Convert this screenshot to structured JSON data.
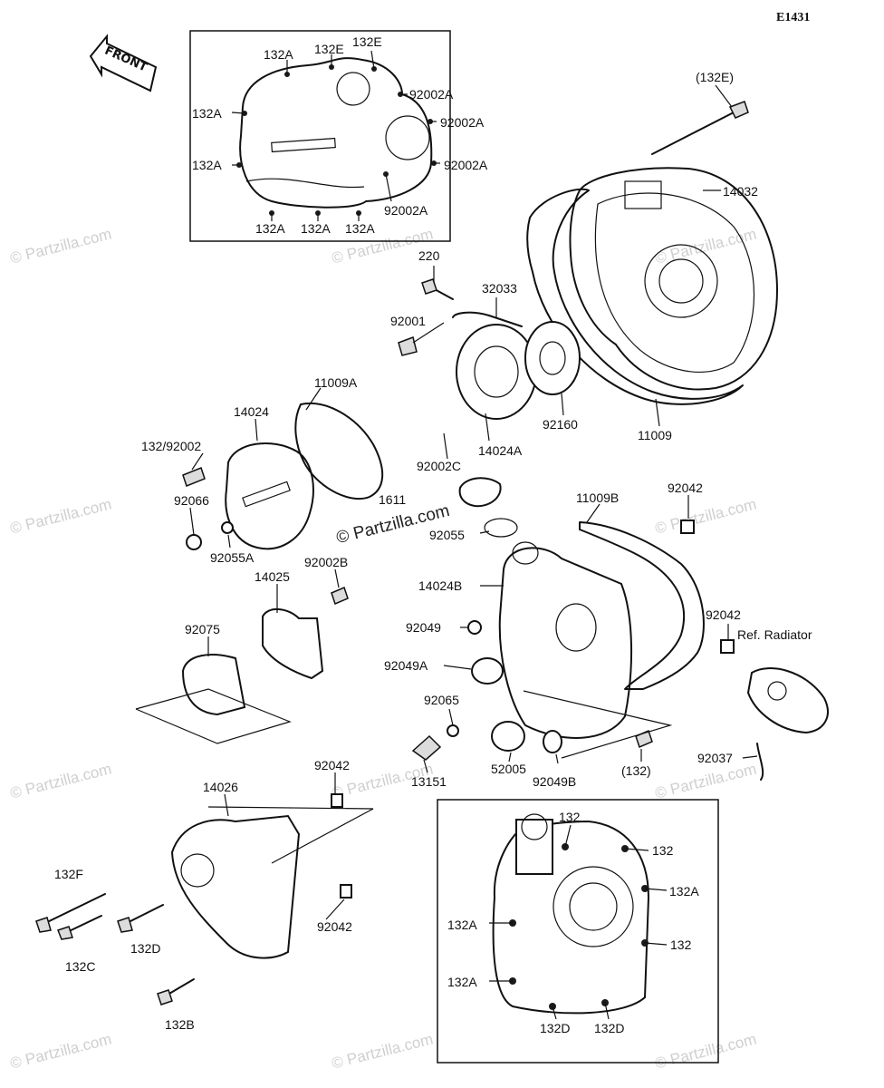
{
  "diagram_code": "E1431",
  "front_label": "FRONT",
  "watermark_center": "© Partzilla.com",
  "watermark_text": "© Partzilla.com",
  "labels": {
    "a_132A_1": "132A",
    "a_132E_1": "132E",
    "a_132E_2": "132E",
    "a_92002A_1": "92002A",
    "a_92002A_2": "92002A",
    "a_92002A_3": "92002A",
    "a_92002A_4": "92002A",
    "a_132A_2": "132A",
    "a_132A_3": "132A",
    "a_132A_4": "132A",
    "a_132A_5": "132A",
    "a_132A_6": "132A",
    "p_132E_paren": "(132E)",
    "p_14032": "14032",
    "p_220": "220",
    "p_32033": "32033",
    "p_92001": "92001",
    "p_92160": "92160",
    "p_11009": "11009",
    "p_92002C": "92002C",
    "p_14024A": "14024A",
    "p_11009A": "11009A",
    "p_14024": "14024",
    "p_132_92002": "132/92002",
    "p_92066": "92066",
    "p_92055A": "92055A",
    "p_1611": "1611",
    "p_92055": "92055",
    "p_11009B": "11009B",
    "p_92042_a": "92042",
    "p_92002B": "92002B",
    "p_14025": "14025",
    "p_14024B": "14024B",
    "p_92075": "92075",
    "p_92049": "92049",
    "p_92042_b": "92042",
    "p_ref_radiator": "Ref. Radiator",
    "p_92049A": "92049A",
    "p_92065": "92065",
    "p_52005": "52005",
    "p_92049B": "92049B",
    "p_132_paren": "(132)",
    "p_13151": "13151",
    "p_92037": "92037",
    "p_92042_c": "92042",
    "p_14026": "14026",
    "p_132F": "132F",
    "p_132C": "132C",
    "p_132D": "132D",
    "p_92042_d": "92042",
    "p_132B": "132B",
    "b_132_1": "132",
    "b_132_2": "132",
    "b_132A_1": "132A",
    "b_132A_2": "132A",
    "b_132_3": "132",
    "b_132A_3": "132A",
    "b_132D_1": "132D",
    "b_132D_2": "132D"
  }
}
